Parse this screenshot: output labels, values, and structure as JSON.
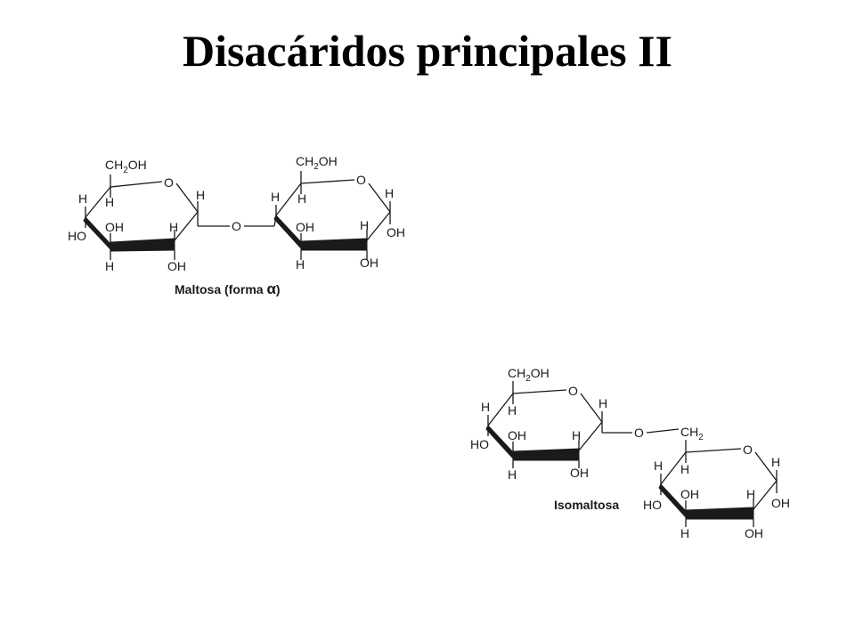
{
  "title": "Disacáridos principales II",
  "colors": {
    "ink": "#1a1a1a",
    "background": "#ffffff"
  },
  "maltosa": {
    "caption": "Maltosa (forma ",
    "alpha": "α",
    "caption_end": ")",
    "ring1": {
      "ch2": "CH",
      "ch2_sub": "2",
      "ch2_end": "OH",
      "ring_o": "O",
      "h_c1": "H",
      "h_c4_top": "H",
      "h_c5": "H",
      "ho_c4": "HO",
      "oh_c3": "OH",
      "h_c2": "H",
      "h_c3": "H",
      "oh_c2": "OH"
    },
    "bridge_o": "O",
    "ring2": {
      "ch2": "CH",
      "ch2_sub": "2",
      "ch2_end": "OH",
      "ring_o": "O",
      "h_c1": "H",
      "h_c4_top": "H",
      "h_c5": "H",
      "oh_c3": "OH",
      "h_c2": "H",
      "h_c3": "H",
      "oh_c2": "OH",
      "oh_c1": "OH"
    }
  },
  "isomaltosa": {
    "caption": "Isomaltosa",
    "ring1": {
      "ch2": "CH",
      "ch2_sub": "2",
      "ch2_end": "OH",
      "ring_o": "O",
      "h_c1": "H",
      "h_c4_top": "H",
      "h_c5": "H",
      "ho_c4": "HO",
      "oh_c3": "OH",
      "h_c2": "H",
      "h_c3": "H",
      "oh_c2": "OH"
    },
    "bridge_o": "O",
    "ring2": {
      "ch2": "CH",
      "ch2_sub": "2",
      "ring_o": "O",
      "h_c1": "H",
      "h_c4_top": "H",
      "h_c5": "H",
      "ho_c4": "HO",
      "oh_c3": "OH",
      "h_c2": "H",
      "h_c3": "H",
      "oh_c2": "OH",
      "oh_c1": "OH"
    }
  }
}
